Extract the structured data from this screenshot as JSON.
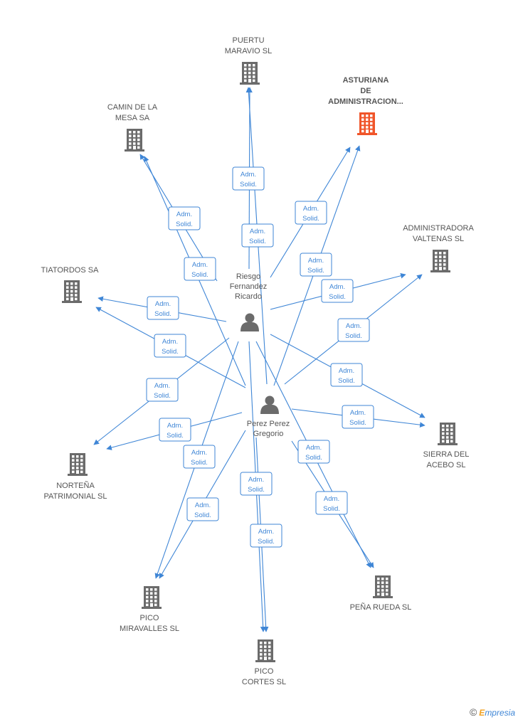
{
  "colors": {
    "edge": "#3f86d6",
    "building": "#6b6b6b",
    "building_highlight": "#f0552a",
    "person": "#6b6b6b"
  },
  "companies": [
    {
      "id": "puertu",
      "lines": [
        "PUERTU",
        "MARAVIO SL"
      ],
      "highlight": false
    },
    {
      "id": "asturiana",
      "lines": [
        "ASTURIANA",
        "DE",
        "ADMINISTRACION..."
      ],
      "highlight": true
    },
    {
      "id": "camin",
      "lines": [
        "CAMIN DE LA",
        "MESA SA"
      ],
      "highlight": false
    },
    {
      "id": "administradora",
      "lines": [
        "ADMINISTRADORA",
        "VALTENAS SL"
      ],
      "highlight": false
    },
    {
      "id": "tiatordos",
      "lines": [
        "TIATORDOS SA"
      ],
      "highlight": false
    },
    {
      "id": "sierra",
      "lines": [
        "SIERRA DEL",
        "ACEBO SL"
      ],
      "highlight": false
    },
    {
      "id": "nortena",
      "lines": [
        "NORTEÑA",
        "PATRIMONIAL SL"
      ],
      "highlight": false
    },
    {
      "id": "pena",
      "lines": [
        "PEÑA RUEDA SL"
      ],
      "highlight": false
    },
    {
      "id": "miravalles",
      "lines": [
        "PICO",
        "MIRAVALLES SL"
      ],
      "highlight": false
    },
    {
      "id": "cortes",
      "lines": [
        "PICO",
        "CORTES SL"
      ],
      "highlight": false
    }
  ],
  "persons": [
    {
      "id": "riesgo",
      "lines": [
        "Riesgo",
        "Fernandez",
        "Ricardo"
      ]
    },
    {
      "id": "perez",
      "lines": [
        "Perez Perez",
        "Gregorio"
      ]
    }
  ],
  "relations": [
    {
      "from": "riesgo",
      "to": "puertu",
      "label": [
        "Adm.",
        "Solid."
      ]
    },
    {
      "from": "perez",
      "to": "puertu",
      "label": [
        "Adm.",
        "Solid."
      ]
    },
    {
      "from": "riesgo",
      "to": "asturiana",
      "label": [
        "Adm.",
        "Solid."
      ]
    },
    {
      "from": "perez",
      "to": "asturiana",
      "label": [
        "Adm.",
        "Solid."
      ]
    },
    {
      "from": "riesgo",
      "to": "camin",
      "label": [
        "Adm.",
        "Solid."
      ]
    },
    {
      "from": "perez",
      "to": "camin",
      "label": [
        "Adm.",
        "Solid."
      ]
    },
    {
      "from": "riesgo",
      "to": "administradora",
      "label": [
        "Adm.",
        "Solid."
      ]
    },
    {
      "from": "perez",
      "to": "administradora",
      "label": [
        "Adm.",
        "Solid."
      ]
    },
    {
      "from": "riesgo",
      "to": "tiatordos",
      "label": [
        "Adm.",
        "Solid."
      ]
    },
    {
      "from": "perez",
      "to": "tiatordos",
      "label": [
        "Adm.",
        "Solid."
      ]
    },
    {
      "from": "riesgo",
      "to": "sierra",
      "label": [
        "Adm.",
        "Solid."
      ]
    },
    {
      "from": "perez",
      "to": "sierra",
      "label": [
        "Adm.",
        "Solid."
      ]
    },
    {
      "from": "riesgo",
      "to": "nortena",
      "label": [
        "Adm.",
        "Solid."
      ]
    },
    {
      "from": "perez",
      "to": "nortena",
      "label": [
        "Adm.",
        "Solid."
      ]
    },
    {
      "from": "riesgo",
      "to": "pena",
      "label": [
        "Adm.",
        "Solid."
      ]
    },
    {
      "from": "perez",
      "to": "pena",
      "label": [
        "Adm.",
        "Solid."
      ]
    },
    {
      "from": "riesgo",
      "to": "miravalles",
      "label": [
        "Adm.",
        "Solid."
      ]
    },
    {
      "from": "perez",
      "to": "miravalles",
      "label": [
        "Adm.",
        "Solid."
      ]
    },
    {
      "from": "riesgo",
      "to": "cortes",
      "label": [
        "Adm.",
        "Solid."
      ]
    },
    {
      "from": "perez",
      "to": "cortes",
      "label": [
        "Adm.",
        "Solid."
      ]
    }
  ],
  "brand": {
    "copyright": "©",
    "initial": "E",
    "rest": "mpresia"
  }
}
